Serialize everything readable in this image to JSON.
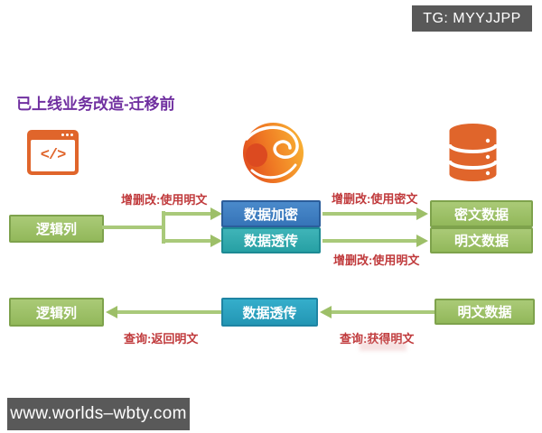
{
  "badge": {
    "label": "TG: MYYJJPP"
  },
  "title": "已上线业务改造-迁移前",
  "footer": {
    "url": "www.worlds–wbty.com"
  },
  "icons": {
    "app_icon": "code-window-icon",
    "app_glyph": "</>",
    "service_icon": "swirl-flame-logo",
    "db_icon": "database-icon"
  },
  "colors": {
    "accent_orange": "#E0652B",
    "box_green": "#9CBF66",
    "box_blue": "#3E7FC1",
    "box_teal": "#2FA9AD",
    "box_cyan": "#29A5C4",
    "arrow_green": "#A9C97A",
    "label_red": "#C03A3C",
    "title_purple": "#7030A0",
    "bar_gray": "#595959"
  },
  "flow1": {
    "source": "逻辑列",
    "arrow_label": "增删改:使用明文",
    "encrypt": "数据加密",
    "passthrough": "数据透传",
    "label_cipher": "增删改:使用密文",
    "label_plain": "增删改:使用明文",
    "cipher_data": "密文数据",
    "plain_data": "明文数据"
  },
  "flow2": {
    "source": "逻辑列",
    "passthrough": "数据透传",
    "plain_data": "明文数据",
    "label_return": "查询:返回明文",
    "label_get": "查询:获得明文"
  }
}
